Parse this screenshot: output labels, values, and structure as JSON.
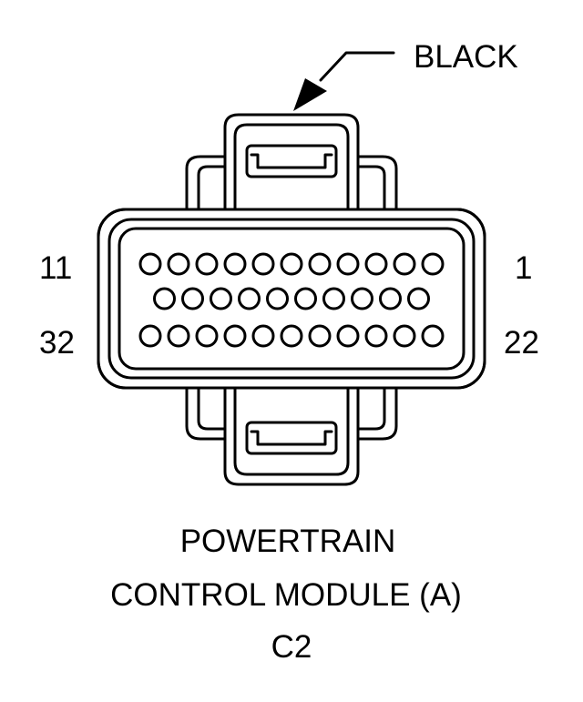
{
  "connector": {
    "color_label": "BLACK",
    "pin_labels": {
      "top_left": "11",
      "top_right": "1",
      "bottom_left": "32",
      "bottom_right": "22"
    },
    "rows": [
      {
        "pins": 11
      },
      {
        "pins": 10
      },
      {
        "pins": 11
      }
    ]
  },
  "caption": {
    "line1": "POWERTRAIN",
    "line2": "CONTROL MODULE (A)",
    "line3": "C2"
  },
  "colors": {
    "line": "#000000",
    "background": "#ffffff"
  }
}
